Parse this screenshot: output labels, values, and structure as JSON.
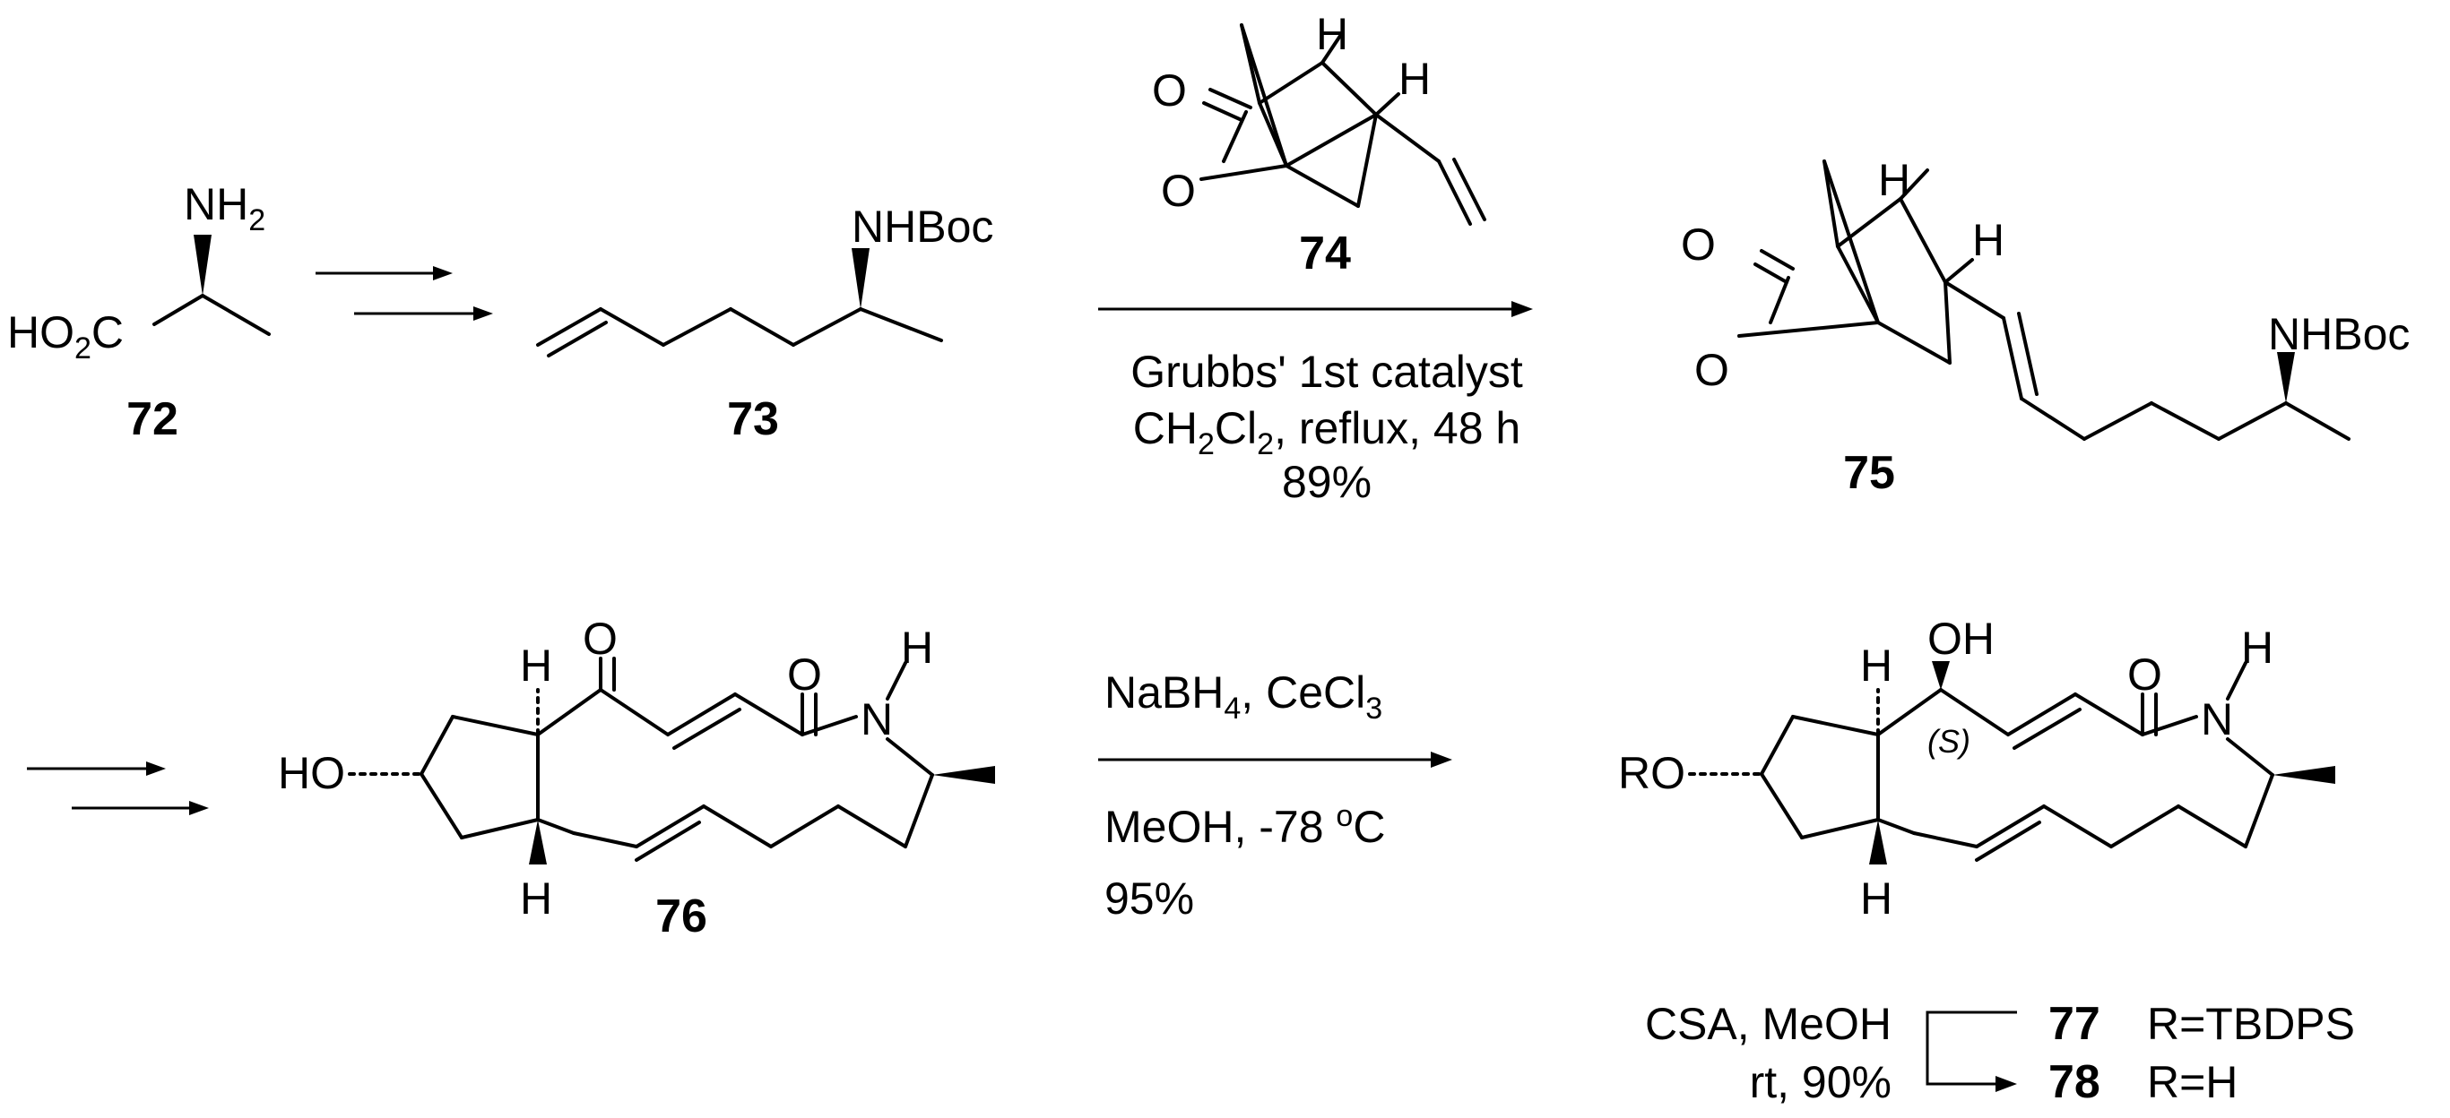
{
  "compounds": {
    "c72": "72",
    "c73": "73",
    "c74": "74",
    "c75": "75",
    "c76": "76",
    "c77": "77",
    "c78": "78"
  },
  "substituents": {
    "r77": "R=TBDPS",
    "r78": "R=H"
  },
  "conditions": {
    "metathesis": {
      "line1": "Grubbs' 1st catalyst",
      "line2": "CH2Cl2, reflux, 48 h",
      "line3": "89%"
    },
    "luche": {
      "line1": "NaBH4, CeCl3",
      "line2": "MeOH, -78 oC",
      "line3": "95%"
    },
    "deprotection": {
      "line1": "CSA, MeOH",
      "line2": "rt, 90%"
    }
  },
  "stereo_label": "(S)"
}
